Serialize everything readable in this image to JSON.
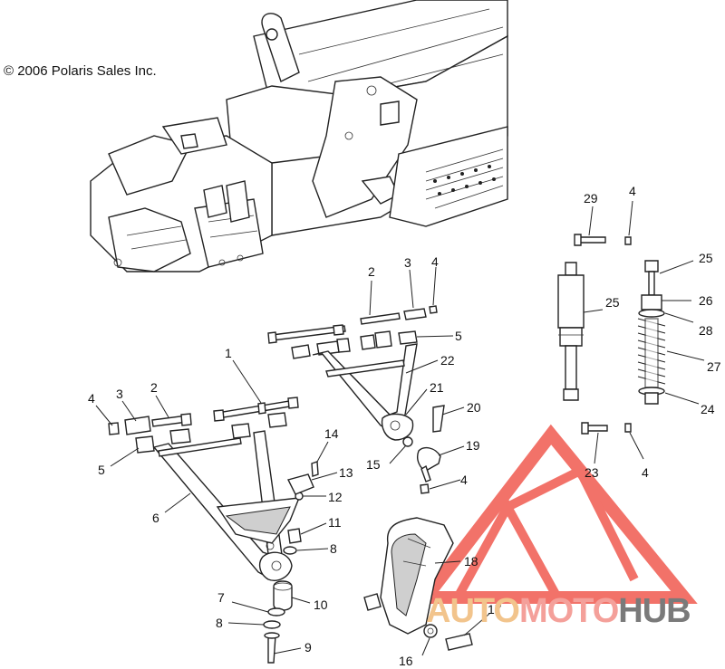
{
  "copyright": "© 2006 Polaris Sales Inc.",
  "watermark": {
    "parts": [
      "AUTO",
      "MOTO",
      "HUB"
    ],
    "colors": [
      "#f2c48c",
      "#f4a09a",
      "#7a7a7a"
    ],
    "logo_color": "#f05a4f"
  },
  "callouts": [
    {
      "id": "c1",
      "text": "1"
    },
    {
      "id": "c2a",
      "text": "2"
    },
    {
      "id": "c2b",
      "text": "2"
    },
    {
      "id": "c3a",
      "text": "3"
    },
    {
      "id": "c3b",
      "text": "3"
    },
    {
      "id": "c4a",
      "text": "4"
    },
    {
      "id": "c4b",
      "text": "4"
    },
    {
      "id": "c4c",
      "text": "4"
    },
    {
      "id": "c4d",
      "text": "4"
    },
    {
      "id": "c4e",
      "text": "4"
    },
    {
      "id": "c5a",
      "text": "5"
    },
    {
      "id": "c5b",
      "text": "5"
    },
    {
      "id": "c6",
      "text": "6"
    },
    {
      "id": "c7",
      "text": "7"
    },
    {
      "id": "c8a",
      "text": "8"
    },
    {
      "id": "c8b",
      "text": "8"
    },
    {
      "id": "c9",
      "text": "9"
    },
    {
      "id": "c10",
      "text": "10"
    },
    {
      "id": "c11",
      "text": "11"
    },
    {
      "id": "c12",
      "text": "12"
    },
    {
      "id": "c13",
      "text": "13"
    },
    {
      "id": "c14",
      "text": "14"
    },
    {
      "id": "c15",
      "text": "15"
    },
    {
      "id": "c16",
      "text": "16"
    },
    {
      "id": "c17",
      "text": "17"
    },
    {
      "id": "c18",
      "text": "18"
    },
    {
      "id": "c19",
      "text": "19"
    },
    {
      "id": "c20",
      "text": "20"
    },
    {
      "id": "c21",
      "text": "21"
    },
    {
      "id": "c22",
      "text": "22"
    },
    {
      "id": "c23",
      "text": "23"
    },
    {
      "id": "c24",
      "text": "24"
    },
    {
      "id": "c25a",
      "text": "25"
    },
    {
      "id": "c25b",
      "text": "25"
    },
    {
      "id": "c26",
      "text": "26"
    },
    {
      "id": "c27",
      "text": "27"
    },
    {
      "id": "c28",
      "text": "28"
    },
    {
      "id": "c29",
      "text": "29"
    }
  ]
}
